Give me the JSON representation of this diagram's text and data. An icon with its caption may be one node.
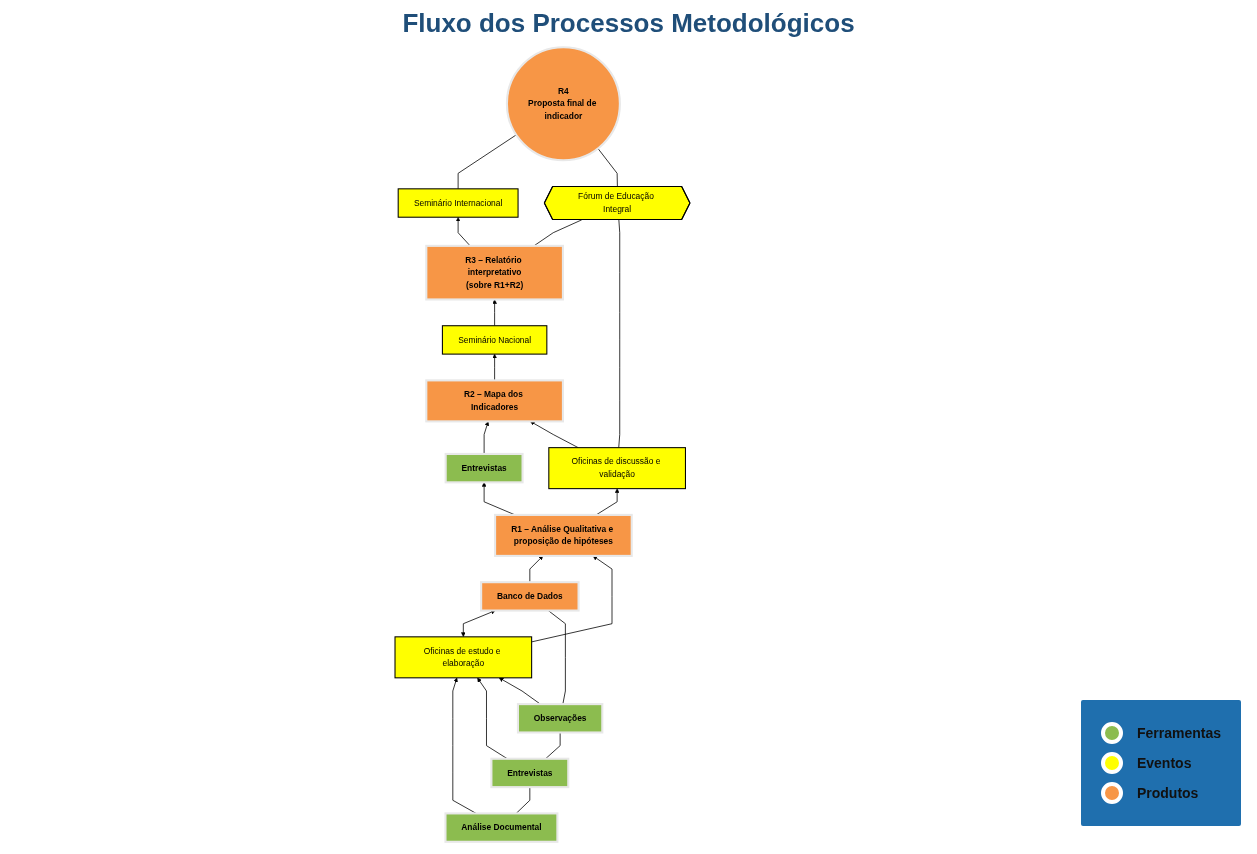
{
  "diagram": {
    "title": "Fluxo dos Processos Metodológicos",
    "nodes": [
      {
        "text": [
          "Seminário Nacional"
        ]
      },
      {
        "text": [
          "R3 – Relatório interpretativo",
          "(sobre R1+R2)"
        ]
      },
      {
        "text": [
          "Seminário Internacional"
        ]
      },
      {
        "text": [
          "R2 – Mapa dos Indicadores"
        ]
      },
      {
        "text": [
          "Fórum de Educação Integral"
        ]
      },
      {
        "text": [
          "Entrevistas"
        ]
      },
      {
        "text": [
          "Oficinas de discussão e validação"
        ]
      },
      {
        "text": [
          "R4",
          "Proposta final de indicador"
        ]
      },
      {
        "text": [
          "R1 – Análise Qualitativa e proposição de hipóteses"
        ]
      },
      {
        "text": [
          "Banco de Dados"
        ]
      },
      {
        "text": [
          "Oficinas de estudo e elaboração"
        ]
      },
      {
        "text": [
          "Análise Documental"
        ]
      },
      {
        "text": [
          "Entrevistas"
        ]
      },
      {
        "text": [
          "Observações"
        ]
      }
    ],
    "edges": [
      {
        "from": 0,
        "to": 1,
        "arrow": "to"
      },
      {
        "from": 3,
        "to": 0,
        "arrow": "to"
      },
      {
        "from": 1,
        "to": 2,
        "arrow": "to"
      },
      {
        "from": 1,
        "to": 4,
        "arrow": "none"
      },
      {
        "from": 2,
        "to": 7,
        "arrow": "none"
      },
      {
        "from": 4,
        "to": 7,
        "arrow": "none"
      },
      {
        "from": 6,
        "to": 4,
        "arrow": "none"
      },
      {
        "from": 5,
        "to": 3,
        "arrow": "to"
      },
      {
        "from": 6,
        "to": 3,
        "arrow": "to"
      },
      {
        "from": 8,
        "to": 5,
        "arrow": "to"
      },
      {
        "from": 8,
        "to": 6,
        "arrow": "to"
      },
      {
        "from": 9,
        "to": 8,
        "arrow": "to"
      },
      {
        "from": 10,
        "to": 9,
        "arrow": "both"
      },
      {
        "from": 10,
        "to": 8,
        "arrow": "to"
      },
      {
        "from": 11,
        "to": 10,
        "arrow": "to"
      },
      {
        "from": 12,
        "to": 10,
        "arrow": "to"
      },
      {
        "from": 13,
        "to": 10,
        "arrow": "to"
      },
      {
        "from": 11,
        "to": 12,
        "arrow": "none"
      },
      {
        "from": 12,
        "to": 13,
        "arrow": "none"
      },
      {
        "from": 13,
        "to": 9,
        "arrow": "none"
      }
    ],
    "legend": [
      {
        "text": "Ferramentas",
        "color": "#8cbc4f"
      },
      {
        "text": "Eventos",
        "color": "#ffff00"
      },
      {
        "text": "Produtos",
        "color": "#f79646"
      }
    ]
  }
}
